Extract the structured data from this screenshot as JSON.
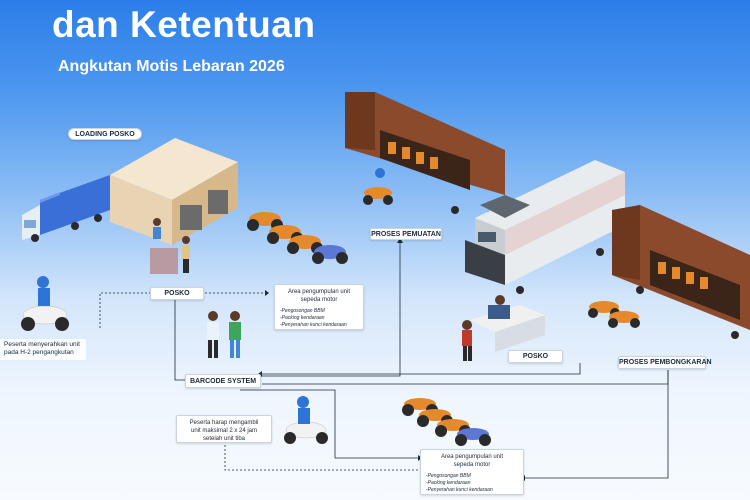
{
  "header": {
    "title": "dan Ketentuan",
    "subtitle": "Angkutan Motis Lebaran 2026"
  },
  "labels": {
    "loading_posko": "LOADING POSKO",
    "posko_left": "POSKO",
    "proses_pemuatan": "PROSES PEMUATAN",
    "posko_right": "POSKO",
    "barcode_system": "BARCODE SYSTEM",
    "proses_pembongkaran": "PROSES PEMBONGKARAN"
  },
  "participant_text": {
    "line1": "Peserta menyerahkan unit",
    "line2": "pada H-2 pengangkutan"
  },
  "collection_area_top": {
    "heading_line1": "Area pengumpulan unit",
    "heading_line2": "sepeda motor",
    "items": [
      "Pengosongan BBM",
      "Packing kendaraan",
      "Penyerahan kunci kendaraan"
    ]
  },
  "collection_area_bottom": {
    "heading_line1": "Area pengumpulan unit",
    "heading_line2": "sepeda motor",
    "items": [
      "Pengosongan BBM",
      "Packing kendaraan",
      "Penyerahan kunci kendaraan"
    ]
  },
  "pickup_note": {
    "line1": "Peserta harap mengambil",
    "line2": "unit maksimal 2 x 24 jam",
    "line3": "setelah unit tiba"
  },
  "colors": {
    "sky_top": "#2b7de9",
    "motorcycle": "#e58a2c",
    "wagon": "#8b4a2b",
    "truck": "#3a6fd8"
  }
}
